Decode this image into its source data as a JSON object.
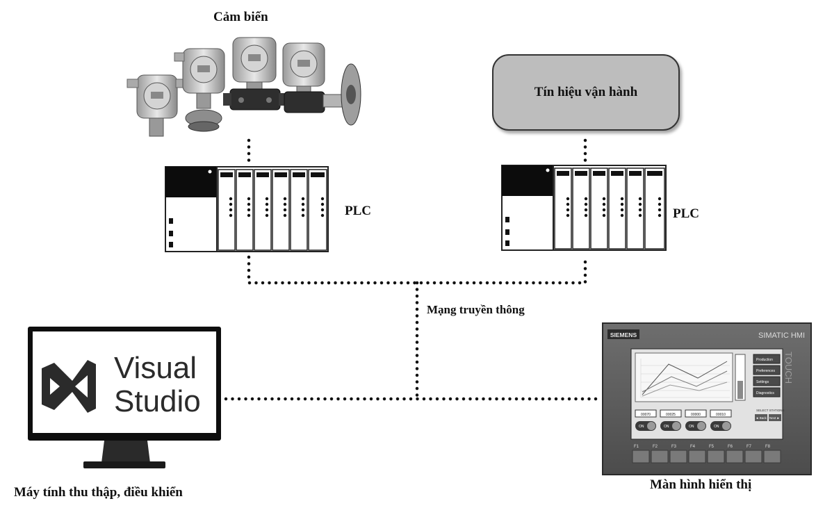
{
  "labels": {
    "sensor": "Cảm biến",
    "signal": "Tín hiệu vận hành",
    "plc_left": "PLC",
    "plc_right": "PLC",
    "network": "Mạng truyền thông",
    "computer": "Máy tính thu thập, điều khiển",
    "display": "Màn hình hiển thị"
  },
  "vs_logo": {
    "line1": "Visual",
    "line2": "Studio"
  },
  "hmi": {
    "brand": "SIEMENS",
    "model": "SIMATIC HMI",
    "touch": "TOUCH",
    "menu": [
      "Production",
      "Preferences",
      "Settings",
      "Diagnostics"
    ],
    "readouts": [
      "00070",
      "00025",
      "00000",
      "00010"
    ],
    "switch_labels": [
      "ON",
      "ON",
      "ON",
      "ON"
    ],
    "select_label": "SELECT STATIONS",
    "select_buttons": [
      "◄ Back",
      "Next ►"
    ],
    "fkeys": [
      "F1",
      "F2",
      "F3",
      "F4",
      "F5",
      "F6",
      "F7",
      "F8"
    ]
  },
  "colors": {
    "signal_box": "#bdbdbd",
    "hmi_bezel": "#5e5e5e",
    "dots": "#111111"
  }
}
